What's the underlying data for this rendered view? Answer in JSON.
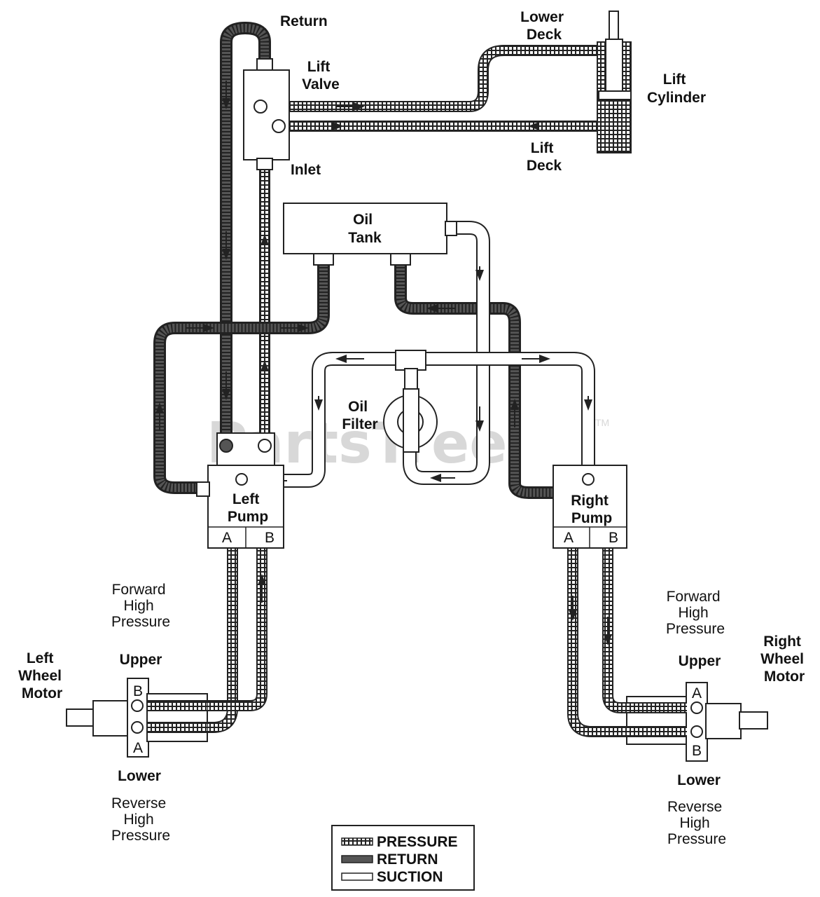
{
  "watermark": {
    "text": "PartsTree",
    "tm": "TM"
  },
  "labels": {
    "return": "Return",
    "lift_valve": [
      "Lift",
      "Valve"
    ],
    "inlet": "Inlet",
    "lower_deck": [
      "Lower",
      "Deck"
    ],
    "lift_deck": [
      "Lift",
      "Deck"
    ],
    "lift_cylinder": [
      "Lift",
      "Cylinder"
    ],
    "oil_tank": [
      "Oil",
      "Tank"
    ],
    "oil_filter": [
      "Oil",
      "Filter"
    ],
    "left_pump": [
      "Left",
      "Pump"
    ],
    "right_pump": [
      "Right",
      "Pump"
    ],
    "port_a": "A",
    "port_b": "B",
    "left_wheel_motor": [
      "Left",
      "Wheel",
      "Motor"
    ],
    "right_wheel_motor": [
      "Right",
      "Wheel",
      "Motor"
    ],
    "upper": "Upper",
    "lower": "Lower",
    "forward_high_pressure": [
      "Forward",
      "High",
      "Pressure"
    ],
    "reverse_high_pressure": [
      "Reverse",
      "High",
      "Pressure"
    ]
  },
  "legend": {
    "pressure": "PRESSURE",
    "return": "RETURN",
    "suction": "SUCTION"
  },
  "colors": {
    "line": "#222222",
    "return_fill": "#555555",
    "pressure_dot": "#ffffff",
    "watermark": "#d8d8d8"
  }
}
